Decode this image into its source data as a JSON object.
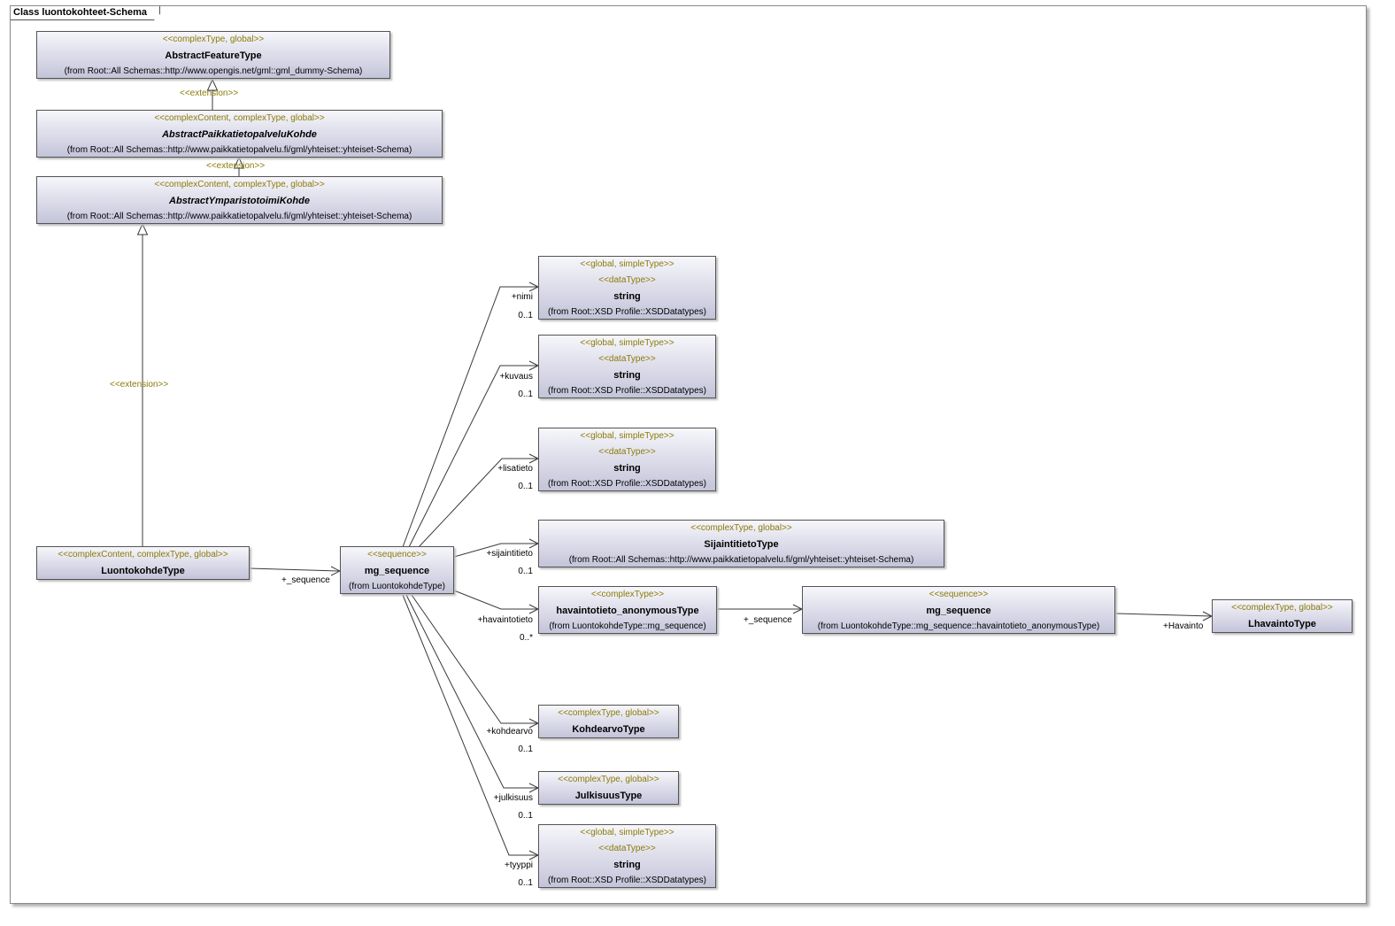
{
  "diagram_title": "Class luontokohteet-Schema",
  "classes": {
    "abstract_feature_type": {
      "stereotype": "<<complexType, global>>",
      "name": "AbstractFeatureType",
      "from": "(from Root::All Schemas::http://www.opengis.net/gml::gml_dummy-Schema)"
    },
    "abstract_paikkatietopalvelu_kohde": {
      "stereotype": "<<complexContent, complexType, global>>",
      "name": "AbstractPaikkatietopalveluKohde",
      "from": "(from Root::All Schemas::http://www.paikkatietopalvelu.fi/gml/yhteiset::yhteiset-Schema)"
    },
    "abstract_ymparistotoimi_kohde": {
      "stereotype": "<<complexContent, complexType, global>>",
      "name": "AbstractYmparistotoimiKohde",
      "from": "(from Root::All Schemas::http://www.paikkatietopalvelu.fi/gml/yhteiset::yhteiset-Schema)"
    },
    "luontokohde_type": {
      "stereotype": "<<complexContent, complexType, global>>",
      "name": "LuontokohdeType"
    },
    "mg_sequence_main": {
      "stereotype": "<<sequence>>",
      "name": "mg_sequence",
      "from": "(from LuontokohdeType)"
    },
    "string_nimi": {
      "stereotype": "<<global, simpleType>>",
      "stereotype2": "<<dataType>>",
      "name": "string",
      "from": "(from Root::XSD Profile::XSDDatatypes)"
    },
    "string_kuvaus": {
      "stereotype": "<<global, simpleType>>",
      "stereotype2": "<<dataType>>",
      "name": "string",
      "from": "(from Root::XSD Profile::XSDDatatypes)"
    },
    "string_lisatieto": {
      "stereotype": "<<global, simpleType>>",
      "stereotype2": "<<dataType>>",
      "name": "string",
      "from": "(from Root::XSD Profile::XSDDatatypes)"
    },
    "sijaintitieto_type": {
      "stereotype": "<<complexType, global>>",
      "name": "SijaintitietoType",
      "from": "(from Root::All Schemas::http://www.paikkatietopalvelu.fi/gml/yhteiset::yhteiset-Schema)"
    },
    "havaintotieto_anonymous_type": {
      "stereotype": "<<complexType>>",
      "name": "havaintotieto_anonymousType",
      "from": "(from LuontokohdeType::mg_sequence)"
    },
    "mg_sequence_havainto": {
      "stereotype": "<<sequence>>",
      "name": "mg_sequence",
      "from": "(from LuontokohdeType::mg_sequence::havaintotieto_anonymousType)"
    },
    "lhavainto_type": {
      "stereotype": "<<complexType, global>>",
      "name": "LhavaintoType"
    },
    "kohdearvo_type": {
      "stereotype": "<<complexType, global>>",
      "name": "KohdearvoType"
    },
    "julkisuus_type": {
      "stereotype": "<<complexType, global>>",
      "name": "JulkisuusType"
    },
    "string_tyyppi": {
      "stereotype": "<<global, simpleType>>",
      "stereotype2": "<<dataType>>",
      "name": "string",
      "from": "(from Root::XSD Profile::XSDDatatypes)"
    }
  },
  "labels": {
    "ext1": "<<extension>>",
    "ext2": "<<extension>>",
    "ext3": "<<extension>>",
    "seq_role": "+_sequence",
    "nimi_role": "+nimi",
    "nimi_mult": "0..1",
    "kuvaus_role": "+kuvaus",
    "kuvaus_mult": "0..1",
    "lisatieto_role": "+lisatieto",
    "lisatieto_mult": "0..1",
    "sijaintitieto_role": "+sijaintitieto",
    "sijaintitieto_mult": "0..1",
    "havaintotieto_role": "+havaintotieto",
    "havaintotieto_mult": "0..*",
    "seq2_role": "+_sequence",
    "havainto_role": "+Havainto",
    "kohdearvo_role": "+kohdearvo",
    "kohdearvo_mult": "0..1",
    "julkisuus_role": "+julkisuus",
    "julkisuus_mult": "0..1",
    "tyyppi_role": "+tyyppi",
    "tyyppi_mult": "0..1"
  },
  "colors": {
    "stereotype": "#8a7b08",
    "box_top": "#f6f6fb",
    "box_bottom": "#c4c4da",
    "line": "#3a3a3a"
  }
}
